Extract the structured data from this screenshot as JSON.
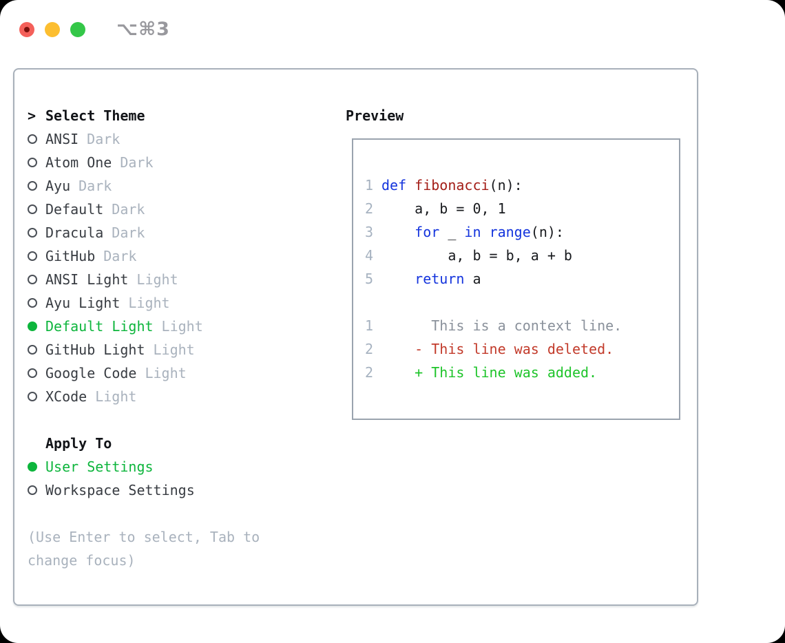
{
  "window": {
    "title": "⌥⌘3"
  },
  "theme_list": {
    "header": "Select Theme",
    "prompt": ">",
    "items": [
      {
        "label": "ANSI",
        "variant": "Dark",
        "selected": false
      },
      {
        "label": "Atom One",
        "variant": "Dark",
        "selected": false
      },
      {
        "label": "Ayu",
        "variant": "Dark",
        "selected": false
      },
      {
        "label": "Default",
        "variant": "Dark",
        "selected": false
      },
      {
        "label": "Dracula",
        "variant": "Dark",
        "selected": false
      },
      {
        "label": "GitHub",
        "variant": "Dark",
        "selected": false
      },
      {
        "label": "ANSI Light",
        "variant": "Light",
        "selected": false
      },
      {
        "label": "Ayu Light",
        "variant": "Light",
        "selected": false
      },
      {
        "label": "Default Light",
        "variant": "Light",
        "selected": true
      },
      {
        "label": "GitHub Light",
        "variant": "Light",
        "selected": false
      },
      {
        "label": "Google Code",
        "variant": "Light",
        "selected": false
      },
      {
        "label": "XCode",
        "variant": "Light",
        "selected": false
      }
    ]
  },
  "apply_to": {
    "header": "Apply To",
    "options": [
      {
        "label": "User Settings",
        "selected": true
      },
      {
        "label": "Workspace Settings",
        "selected": false
      }
    ]
  },
  "help_lines": [
    "(Use Enter to select, Tab to",
    "change focus)"
  ],
  "preview": {
    "header": "Preview",
    "lines": [
      {
        "num": "1",
        "segments": [
          {
            "t": "def",
            "c": "kw"
          },
          {
            "t": " ",
            "c": "code"
          },
          {
            "t": "fibonacci",
            "c": "fn"
          },
          {
            "t": "(n):",
            "c": "code"
          }
        ]
      },
      {
        "num": "2",
        "segments": [
          {
            "t": "    a, b = 0, 1",
            "c": "code"
          }
        ]
      },
      {
        "num": "3",
        "segments": [
          {
            "t": "    ",
            "c": "code"
          },
          {
            "t": "for",
            "c": "kw"
          },
          {
            "t": " _ ",
            "c": "code"
          },
          {
            "t": "in",
            "c": "kw"
          },
          {
            "t": " ",
            "c": "code"
          },
          {
            "t": "range",
            "c": "kw"
          },
          {
            "t": "(n):",
            "c": "code"
          }
        ]
      },
      {
        "num": "4",
        "segments": [
          {
            "t": "        a, b = b, a + b",
            "c": "code"
          }
        ]
      },
      {
        "num": "5",
        "segments": [
          {
            "t": "    ",
            "c": "code"
          },
          {
            "t": "return",
            "c": "kw"
          },
          {
            "t": " a",
            "c": "code"
          }
        ]
      },
      {
        "num": "",
        "segments": []
      },
      {
        "num": "1",
        "segments": [
          {
            "t": "      This is a context line.",
            "c": "ctx"
          }
        ]
      },
      {
        "num": "2",
        "segments": [
          {
            "t": "    ",
            "c": "code"
          },
          {
            "t": "- This line was deleted.",
            "c": "del"
          }
        ]
      },
      {
        "num": "2",
        "segments": [
          {
            "t": "    ",
            "c": "code"
          },
          {
            "t": "+ This line was added.",
            "c": "add"
          }
        ]
      }
    ]
  },
  "colors": {
    "accent_green": "#0db53c",
    "item_text": "#383c42",
    "heading_text": "#121418",
    "muted_gray": "#a9b2bd",
    "circle_outline": "#4a4f56",
    "panel_border": "#a8b0ba",
    "preview_border": "#9aa3ae",
    "title_gray": "#98989d",
    "traffic_red": "#f4605a",
    "traffic_red_dot": "#7b100c",
    "traffic_yellow": "#fcbe30",
    "traffic_green": "#34c748",
    "code_text": "#17191d",
    "keyword_blue": "#1434dd",
    "function_red": "#a31d17",
    "deleted_red": "#c23a2a",
    "added_green": "#1ec42a",
    "context_gray": "#8a919b",
    "line_number": "#a6b2c0"
  }
}
